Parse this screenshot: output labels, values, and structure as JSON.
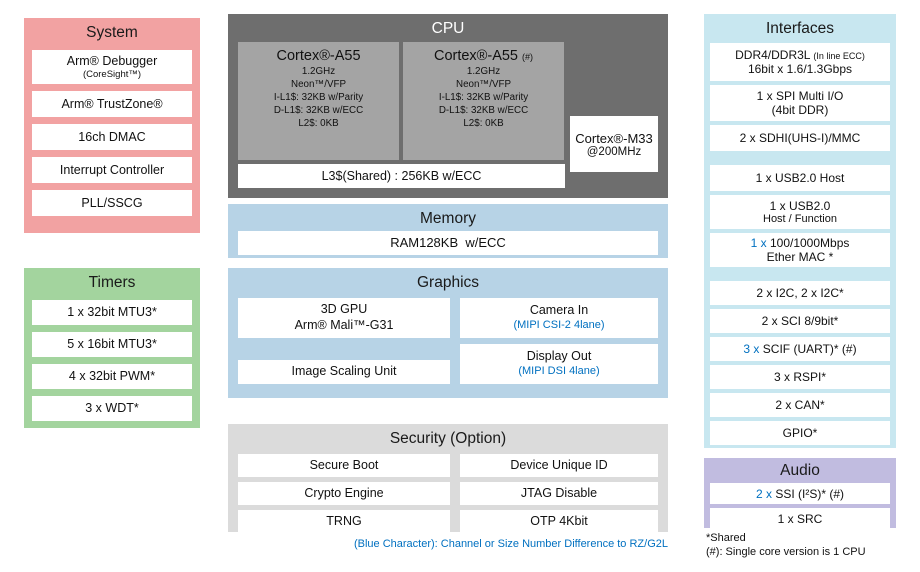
{
  "colors": {
    "system_bg": "#F2A2A2",
    "timers_bg": "#A3D49E",
    "cpu_bg": "#6E6E6E",
    "cpu_core_bg": "#A4A4A4",
    "memory_bg": "#B7D3E6",
    "graphics_bg": "#B7D3E6",
    "security_bg": "#DBDBDB",
    "interfaces_bg": "#C8E7F0",
    "audio_bg": "#C1BCE0",
    "accent_blue": "#0070C0"
  },
  "system": {
    "title": "System",
    "items": [
      {
        "text": "Arm® Debugger",
        "sub": "(CoreSight™)"
      },
      {
        "text": "Arm® TrustZone®"
      },
      {
        "text": "16ch DMAC"
      },
      {
        "text": "Interrupt Controller"
      },
      {
        "text": "PLL/SSCG"
      }
    ]
  },
  "timers": {
    "title": "Timers",
    "items": [
      {
        "text": "1 x 32bit MTU3*"
      },
      {
        "text": "5 x 16bit MTU3*"
      },
      {
        "text": "4 x 32bit PWM*"
      },
      {
        "text": "3 x WDT*"
      }
    ]
  },
  "cpu": {
    "title": "CPU",
    "cores": [
      {
        "name": "Cortex®-A55",
        "suffix": "",
        "specs": [
          "1.2GHz",
          "Neon™/VFP",
          "I-L1$: 32KB w/Parity",
          "D-L1$: 32KB w/ECC",
          "L2$: 0KB"
        ]
      },
      {
        "name": "Cortex®-A55",
        "suffix": "(#)",
        "specs": [
          "1.2GHz",
          "Neon™/VFP",
          "I-L1$: 32KB w/Parity",
          "D-L1$: 32KB w/ECC",
          "L2$: 0KB"
        ]
      }
    ],
    "m33": {
      "name": "Cortex®-M33",
      "clock": "@200MHz"
    },
    "l3_cache": "L3$(Shared) : 256KB w/ECC"
  },
  "memory": {
    "title": "Memory",
    "ram": "RAM128KB  w/ECC"
  },
  "graphics": {
    "title": "Graphics",
    "gpu": {
      "line1": "3D GPU",
      "line2": "Arm® Mali™-G31"
    },
    "scaling": "Image Scaling Unit",
    "camera": {
      "line1": "Camera In",
      "line2": "(MIPI CSI-2 4lane)"
    },
    "display": {
      "line1": "Display Out",
      "line2": "(MIPI DSI 4lane)"
    }
  },
  "security": {
    "title": "Security (Option)",
    "left": [
      "Secure Boot",
      "Crypto Engine",
      "TRNG"
    ],
    "right": [
      "Device Unique ID",
      "JTAG Disable",
      "OTP 4Kbit"
    ]
  },
  "interfaces": {
    "title": "Interfaces",
    "ddr": {
      "line1": "DDR4/DDR3L",
      "line1_note": "(In line ECC)",
      "line2": "16bit x 1.6/1.3Gbps"
    },
    "spi": {
      "line1": "1 x SPI Multi I/O",
      "line2": "(4bit DDR)"
    },
    "sdhi": "2 x SDHI(UHS-I)/MMC",
    "usb_host": "1 x USB2.0 Host",
    "usb_hf": {
      "line1": "1 x USB2.0",
      "line2": "Host / Function"
    },
    "ether": {
      "prefix": "1 x",
      "line1": "100/1000Mbps",
      "line2": "Ether MAC *"
    },
    "i2c": "2 x I2C, 2 x I2C*",
    "sci": "2 x SCI 8/9bit*",
    "scif": {
      "prefix": "3 x",
      "rest": "SCIF (UART)* (#)"
    },
    "rspi": "3 x RSPI*",
    "can": "2 x CAN*",
    "gpio": "GPIO*"
  },
  "audio": {
    "title": "Audio",
    "ssi": {
      "prefix": "2 x",
      "rest": "SSI (I²S)* (#)"
    },
    "src": "1 x SRC"
  },
  "notes": {
    "blue_note": "(Blue Character): Channel or Size Number Difference to RZ/G2L",
    "shared": "*Shared",
    "single_core": "(#): Single core version is 1 CPU"
  }
}
